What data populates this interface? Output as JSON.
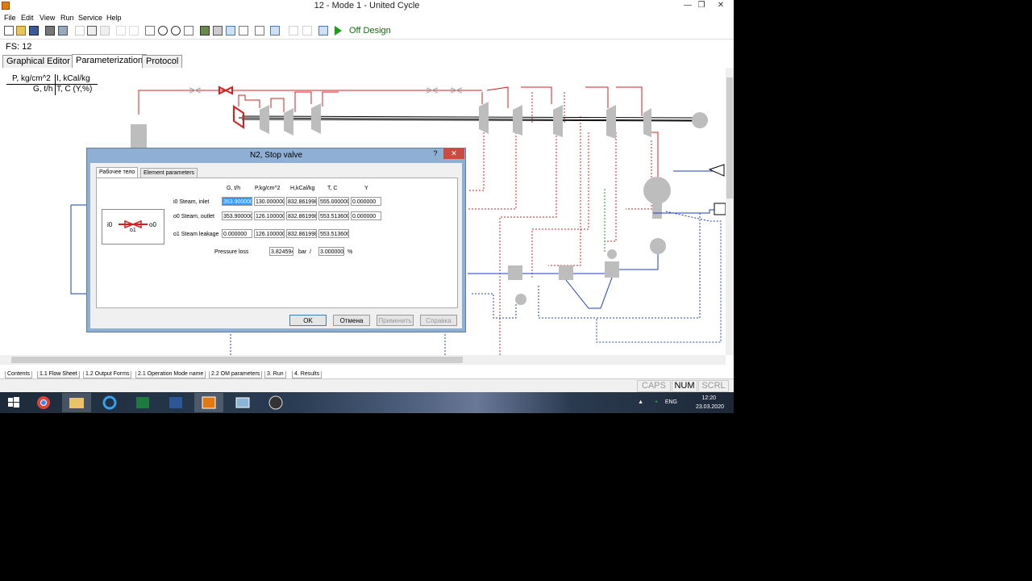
{
  "window": {
    "title": "12 - Mode 1 - United Cycle"
  },
  "menu": [
    "File",
    "Edit",
    "View",
    "Run",
    "Service",
    "Help"
  ],
  "toolbar": {
    "mode_label": "Off Design"
  },
  "fs_label": "FS: 12",
  "doc_tabs": [
    {
      "label": "Graphical Editor",
      "active": false
    },
    {
      "label": "Parameterization",
      "active": true
    },
    {
      "label": "Protocol",
      "active": false
    }
  ],
  "legend": {
    "top_left": "P, kg/cm^2",
    "top_right": "I, kCal/kg",
    "bottom_left": "G, t/h",
    "bottom_right": "T, C (Y,%)"
  },
  "dialog": {
    "title": "N2, Stop valve",
    "help": "?",
    "close": "✕",
    "tabs": [
      "Рабочее тело",
      "Element parameters"
    ],
    "icon_labels": {
      "in": "i0",
      "out": "o0",
      "leak": "o1"
    },
    "columns": [
      "G, t/h",
      "P,kg/cm^2",
      "H,kCal/kg",
      "T, C",
      "Y"
    ],
    "rows": [
      {
        "label": "i0 Steam, inlet",
        "values": [
          "353.900000",
          "130.000000",
          "832.861998",
          "555.000000",
          "0.000000"
        ]
      },
      {
        "label": "o0 Steam, outlet",
        "values": [
          "353.900000",
          "126.100000",
          "832.861998",
          "553.513600",
          "0.000000"
        ]
      },
      {
        "label": "o1 Steam leakage",
        "values": [
          "0.000000",
          "126.100000",
          "832.861998",
          "553.513600",
          ""
        ]
      }
    ],
    "pressure_loss": {
      "label": "Pressure loss",
      "value_bar": "3.824594",
      "unit_bar": "bar",
      "sep": "/",
      "value_pct": "3.000000",
      "unit_pct": "%"
    },
    "buttons": {
      "ok": "OK",
      "cancel": "Отмена",
      "apply": "Применить",
      "help": "Справка"
    }
  },
  "bottom_tabs": [
    "Contents",
    "1.1 Flow Sheet",
    "1.2 Output Forms",
    "2.1 Operation Mode name",
    "2.2 OM parameters",
    "3. Run",
    "4. Results"
  ],
  "status": {
    "caps": "CAPS",
    "num": "NUM",
    "scrl": "SCRL"
  },
  "taskbar": {
    "lang": "ENG",
    "time": "12:20",
    "date": "23.03.2020"
  },
  "colors": {
    "steam_line": "#d42020",
    "water_line": "#1a3cc8",
    "drain_dashed": "#d42020",
    "dialog_frame": "#8fb0d4",
    "close_button": "#c94c42"
  }
}
